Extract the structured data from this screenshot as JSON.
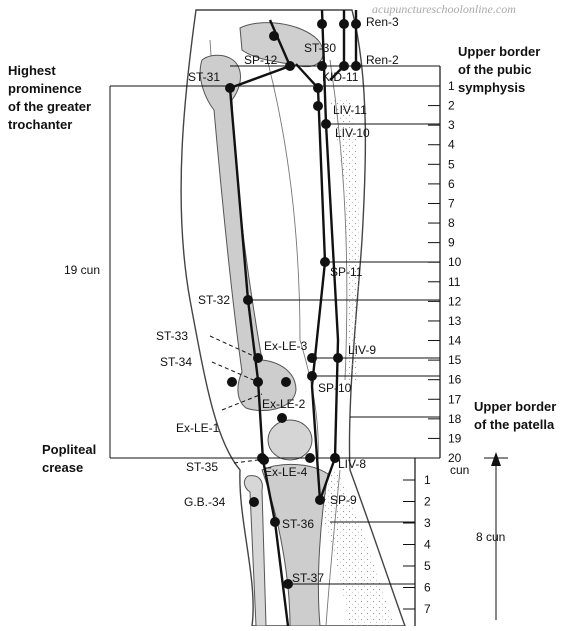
{
  "watermark": "acupunctureschoolonline.com",
  "left_notes": {
    "landmark_top": [
      "Highest",
      "prominence",
      "of the greater",
      "trochanter"
    ],
    "span": "19 cun",
    "landmark_bottom": [
      "Popliteal",
      "crease"
    ]
  },
  "right_notes": {
    "landmark_top": [
      "Upper border",
      "of the pubic",
      "symphysis"
    ],
    "landmark_mid": [
      "Upper border",
      "of the patella"
    ],
    "scale_end": "cun",
    "span": "8 cun"
  },
  "thigh_scale": [
    "1",
    "2",
    "3",
    "4",
    "5",
    "6",
    "7",
    "8",
    "9",
    "10",
    "11",
    "12",
    "13",
    "14",
    "15",
    "16",
    "17",
    "18",
    "19",
    "20"
  ],
  "leg_scale": [
    "1",
    "2",
    "3",
    "4",
    "5",
    "6",
    "7"
  ],
  "points": {
    "ren3": "Ren-3",
    "ren2": "Ren-2",
    "st30": "ST-30",
    "sp12": "SP-12",
    "kid11": "KID-11",
    "st31": "ST-31",
    "liv11": "LIV-11",
    "liv10": "LIV-10",
    "sp11": "SP-11",
    "st32": "ST-32",
    "st33": "ST-33",
    "exle3": "Ex-LE-3",
    "liv9": "LIV-9",
    "st34": "ST-34",
    "sp10": "SP-10",
    "exle2": "Ex-LE-2",
    "exle1": "Ex-LE-1",
    "st35": "ST-35",
    "exle4": "Ex-LE-4",
    "liv8": "LIV-8",
    "gb34": "G.B.-34",
    "sp9": "SP-9",
    "st36": "ST-36",
    "st37": "ST-37"
  }
}
